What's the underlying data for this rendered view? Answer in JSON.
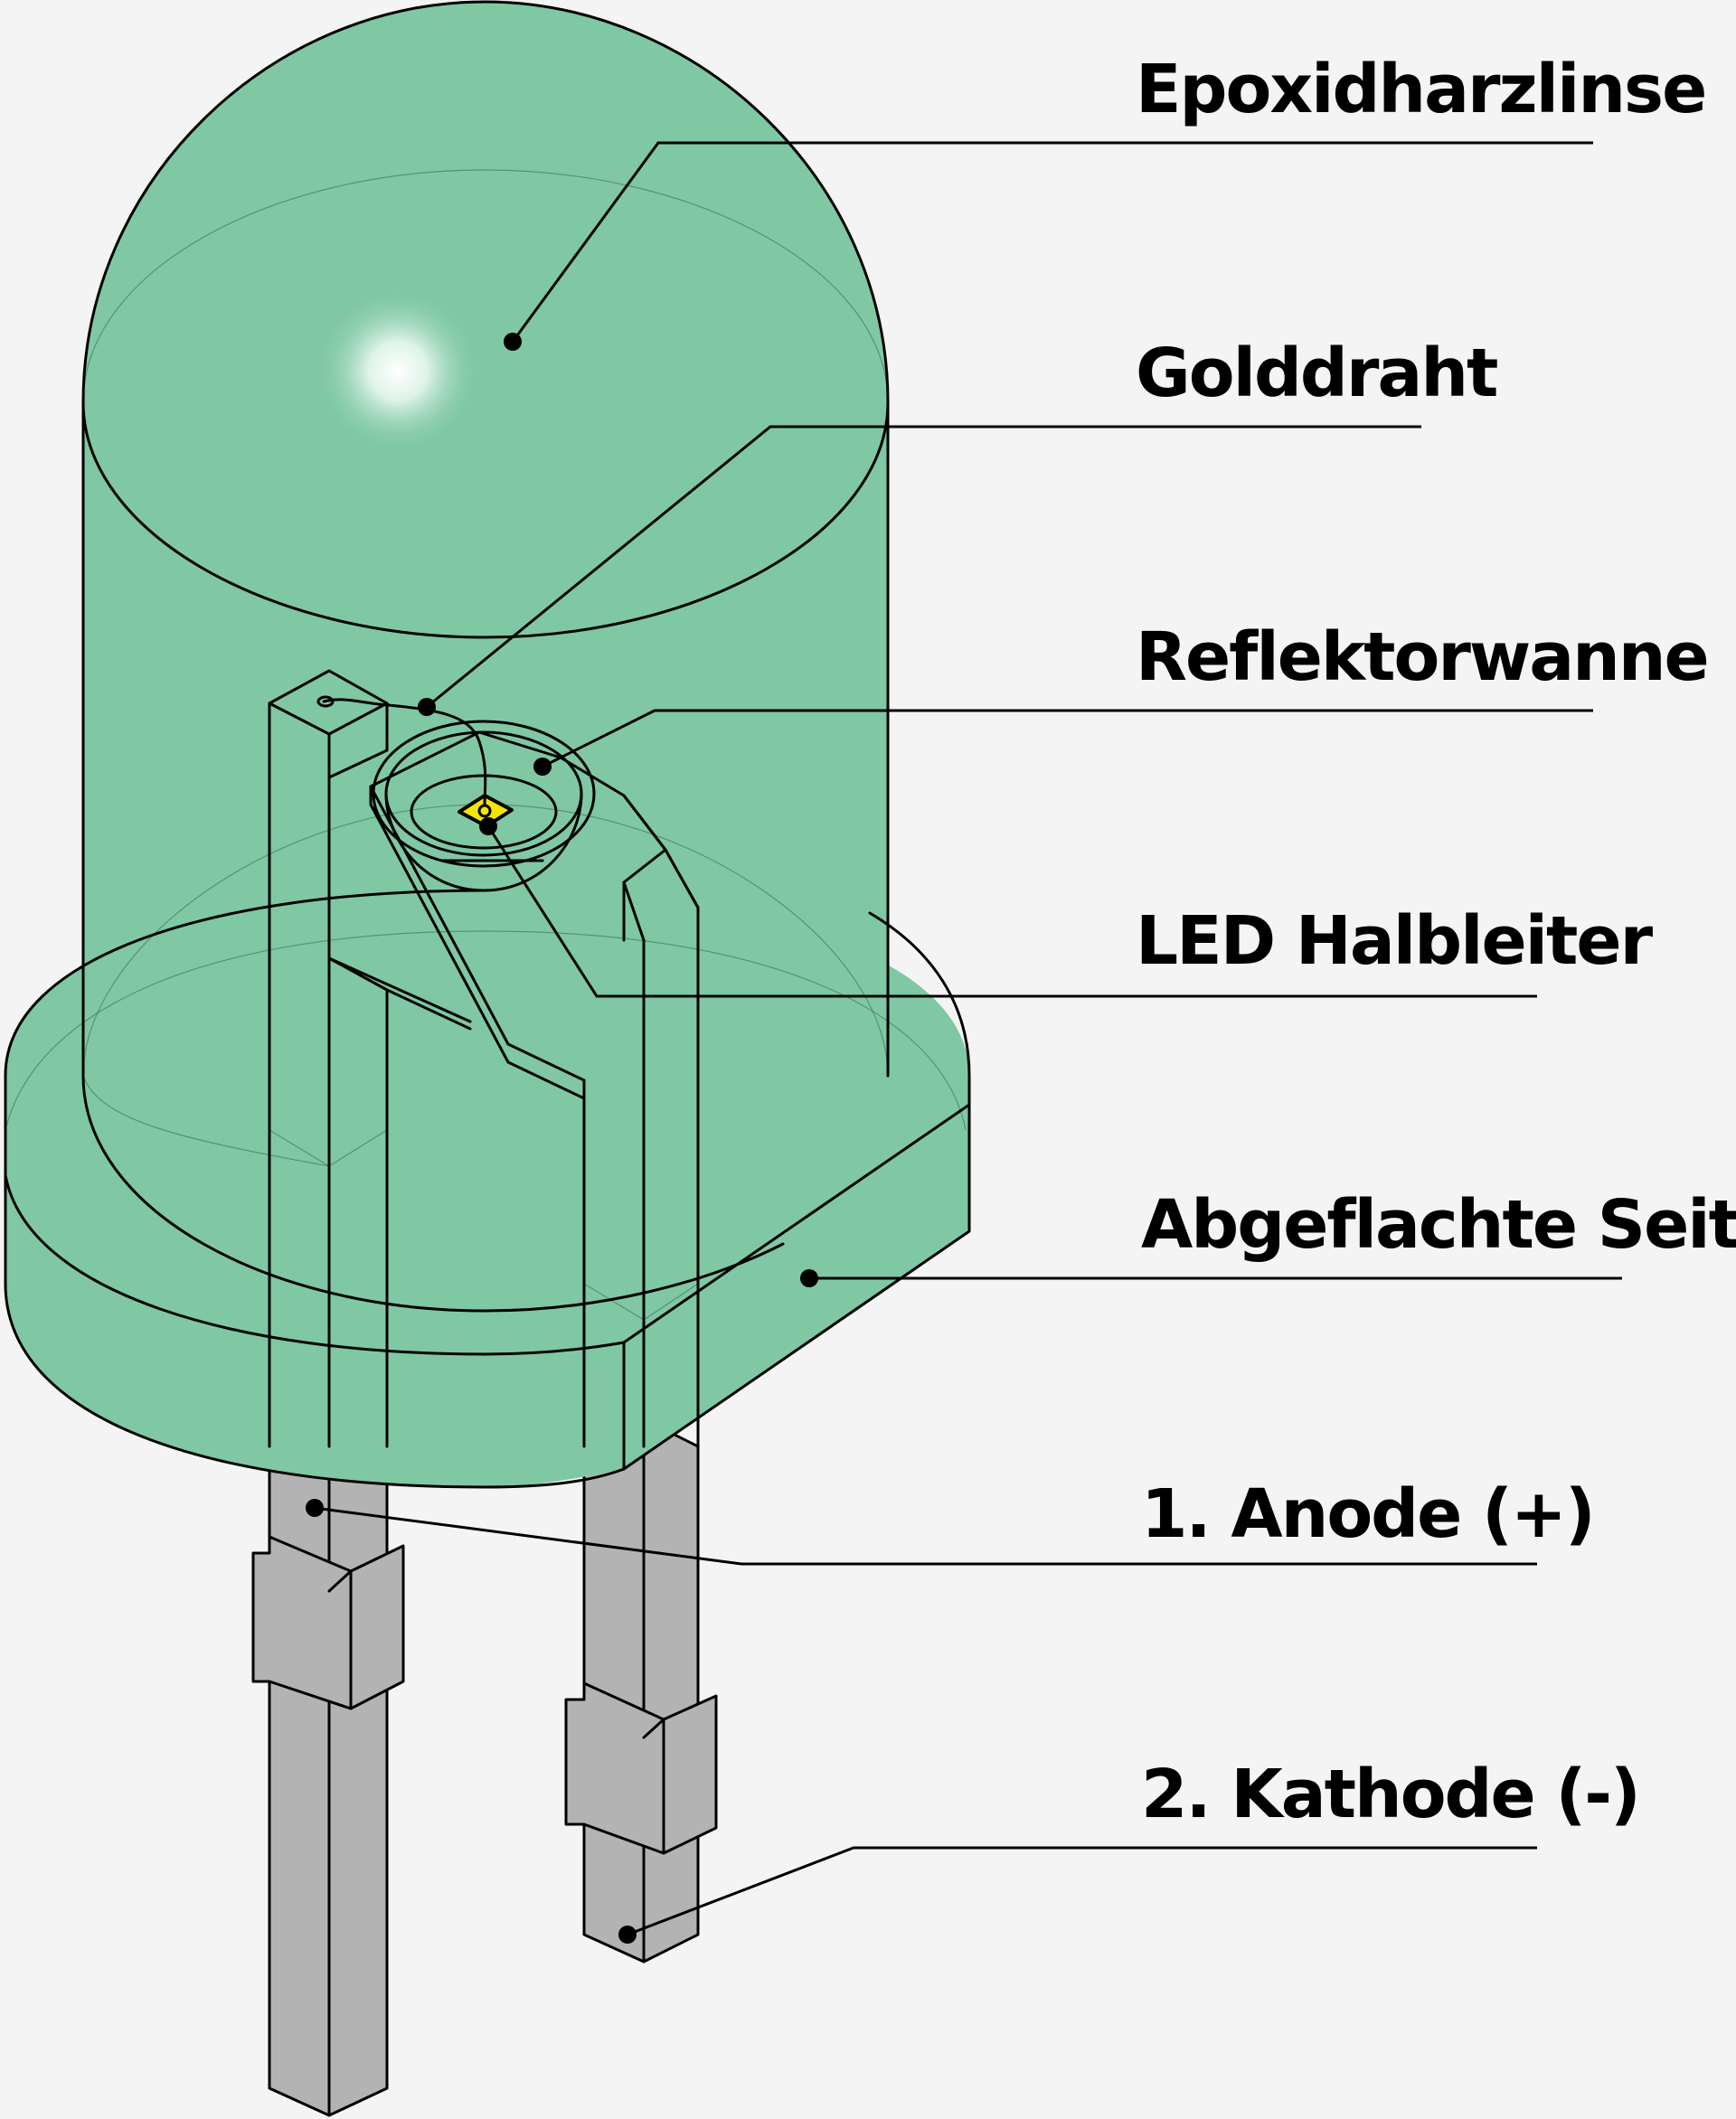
{
  "labels": {
    "epoxy_lens": "Epoxidharzlinse",
    "gold_wire": "Golddraht",
    "reflector_cup": "Reflektorwanne",
    "led_semiconductor": "LED Halbleiter",
    "flat_side": "Abgeflachte Seite",
    "anode": "1. Anode (+)",
    "cathode": "2. Kathode (-)"
  },
  "colors": {
    "epoxy": "#7fc8a3",
    "leads": "#b3b3b3",
    "chip": "#f2e600",
    "background": "#f4f4f4"
  }
}
